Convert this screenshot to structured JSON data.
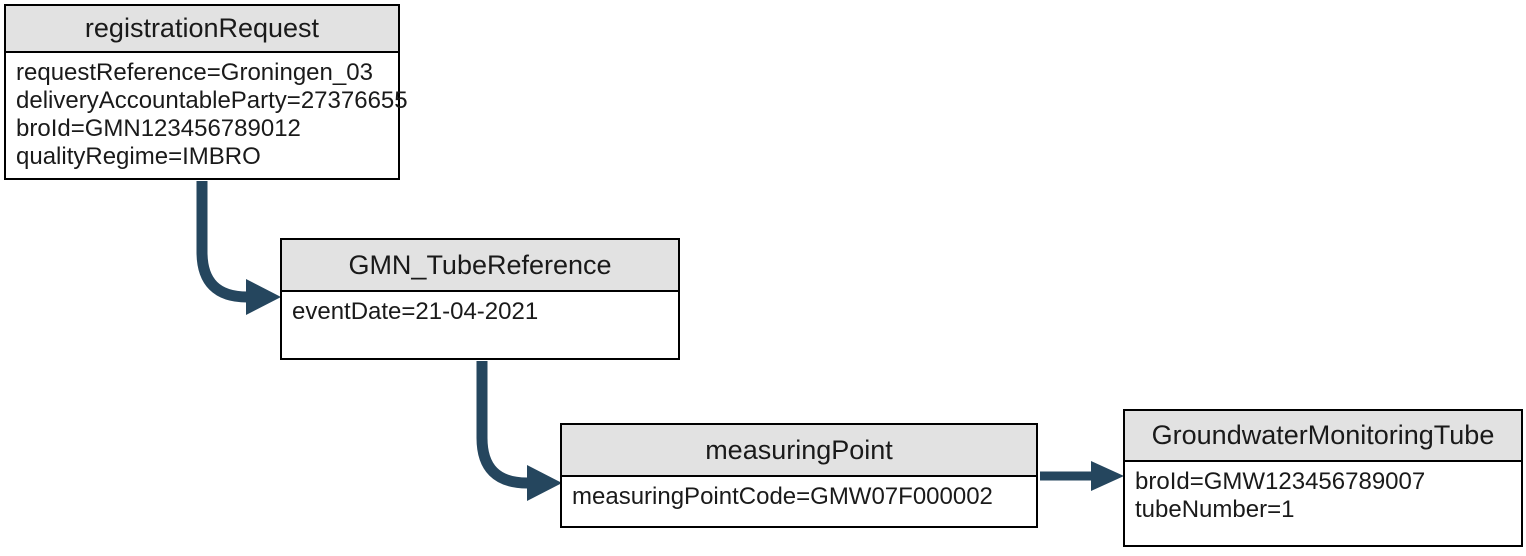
{
  "diagram": {
    "type": "object-flow-diagram",
    "colors": {
      "arrow": "#25465e",
      "header_fill": "#e2e2e2",
      "border": "#000000",
      "background": "#ffffff"
    },
    "nodes": [
      {
        "title": "registrationRequest",
        "attributes": [
          "requestReference=Groningen_03",
          "deliveryAccountableParty=27376655",
          "broId=GMN123456789012",
          "qualityRegime=IMBRO"
        ]
      },
      {
        "title": "GMN_TubeReference",
        "attributes": [
          "eventDate=21-04-2021"
        ]
      },
      {
        "title": "measuringPoint",
        "attributes": [
          "measuringPointCode=GMW07F000002"
        ]
      },
      {
        "title": "GroundwaterMonitoringTube",
        "attributes": [
          "broId=GMW123456789007",
          "tubeNumber=1"
        ]
      }
    ],
    "edges": [
      {
        "from": "registrationRequest",
        "to": "GMN_TubeReference",
        "style": "elbow-down-right"
      },
      {
        "from": "GMN_TubeReference",
        "to": "measuringPoint",
        "style": "elbow-down-right"
      },
      {
        "from": "measuringPoint",
        "to": "GroundwaterMonitoringTube",
        "style": "straight-right"
      }
    ]
  }
}
